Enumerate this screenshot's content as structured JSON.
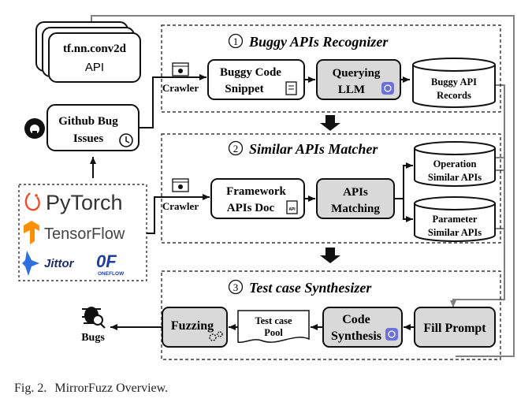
{
  "figure": {
    "caption_label": "Fig. 2.",
    "caption_text": "MirrorFuzz Overview."
  },
  "inputs": {
    "api_doc_title": "tf.nn.conv2d",
    "api_doc_subtitle": "API",
    "github_issues_line1": "Github Bug",
    "github_issues_line2": "Issues",
    "frameworks": [
      "PyTorch",
      "TensorFlow",
      "Jittor",
      "ONEFLOW"
    ]
  },
  "stage1": {
    "number": "1",
    "title": "Buggy APIs Recognizer",
    "crawler_label": "Crawler",
    "snippet_line1": "Buggy Code",
    "snippet_line2": "Snippet",
    "llm_line1": "Querying",
    "llm_line2": "LLM",
    "records_line1": "Buggy API",
    "records_line2": "Records"
  },
  "stage2": {
    "number": "2",
    "title": "Similar APIs Matcher",
    "crawler_label": "Crawler",
    "doc_line1": "Framework",
    "doc_line2": "APIs Doc",
    "matching_line1": "APIs",
    "matching_line2": "Matching",
    "op_line1": "Operation",
    "op_line2": "Similar APIs",
    "param_line1": "Parameter",
    "param_line2": "Similar APIs"
  },
  "stage3": {
    "number": "3",
    "title": "Test case Synthesizer",
    "fill_prompt": "Fill Prompt",
    "synth_line1": "Code",
    "synth_line2": "Synthesis",
    "pool_line1": "Test case",
    "pool_line2": "Pool",
    "fuzzing": "Fuzzing",
    "bugs": "Bugs"
  },
  "colors": {
    "gray_box": "#d9d9d9",
    "arrow_gray": "#808080",
    "llm_badge": "#6b6fd8",
    "pytorch": "#ee4c2c",
    "tensorflow": "#ff8f00",
    "jittor": "#2f6fe0",
    "oneflow": "#1d3fa0"
  }
}
